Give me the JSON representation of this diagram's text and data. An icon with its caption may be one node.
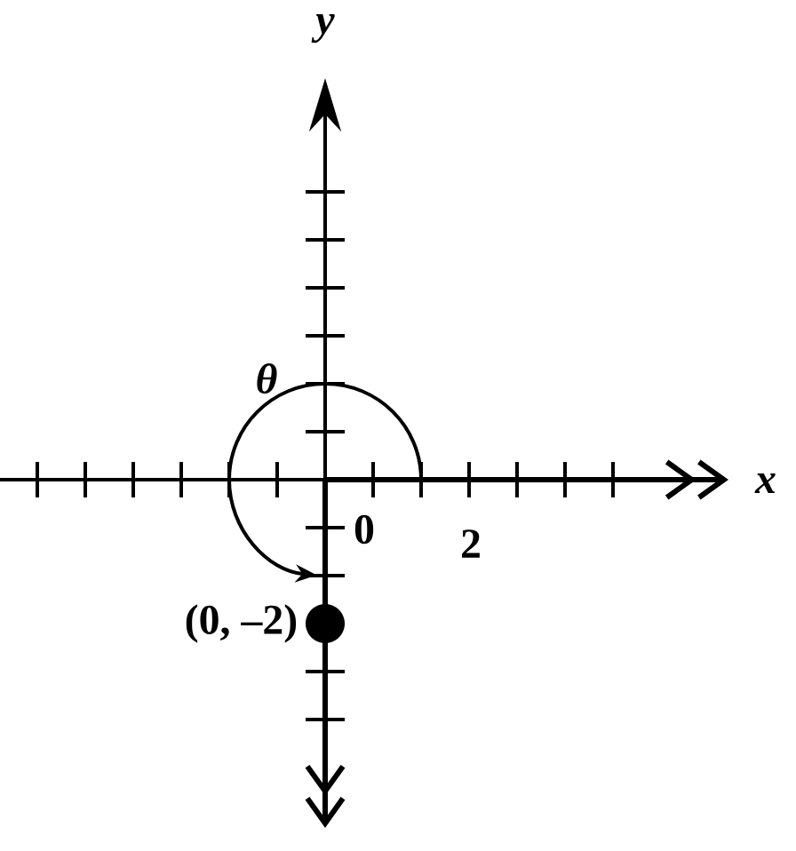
{
  "diagram": {
    "nodes": [
      {
        "text": [],
        "shape": "circle",
        "beside": [
          "(0, –2)"
        ]
      }
    ],
    "labels": [
      "y",
      "θ",
      "0",
      "2",
      "x"
    ]
  }
}
